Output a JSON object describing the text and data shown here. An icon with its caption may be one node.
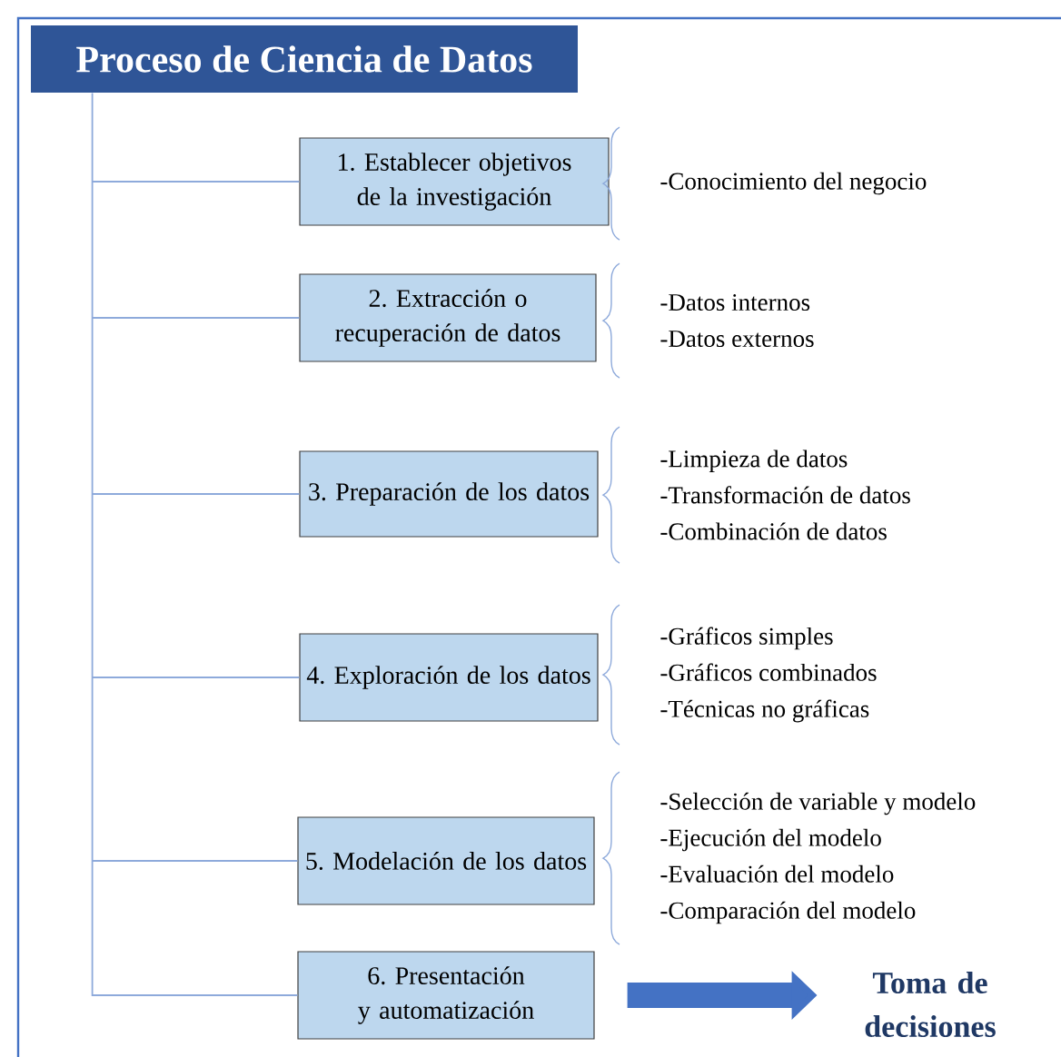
{
  "diagram": {
    "nodes": [
      {
        "text": [
          "Proceso de Ciencia de Datos"
        ]
      },
      {
        "text": [
          "1. Establecer objetivos de la investigación"
        ],
        "beside": [
          "-Conocimiento del negocio"
        ]
      },
      {
        "text": [
          "2. Extracción o recuperación de datos"
        ],
        "beside": [
          "-Datos internos",
          "-Datos externos"
        ]
      },
      {
        "text": [
          "3. Preparación de los datos"
        ],
        "beside": [
          "-Limpieza de datos",
          "-Transformación de datos",
          "-Combinación de datos"
        ]
      },
      {
        "text": [
          "4. Exploración de los datos"
        ],
        "beside": [
          "-Gráficos simples",
          "-Gráficos combinados",
          "-Técnicas no gráficas"
        ]
      },
      {
        "text": [
          "5. Modelación de los datos"
        ],
        "beside": [
          "-Selección de variable y modelo",
          "-Ejecución del modelo",
          "-Evaluación del modelo",
          "-Comparación del modelo"
        ]
      },
      {
        "text": [
          "6. Presentación y automatización"
        ]
      },
      {
        "text": [
          "Toma de decisiones"
        ]
      }
    ],
    "edges": [
      {
        "from": 0,
        "to": 1,
        "arrow": "none"
      },
      {
        "from": 0,
        "to": 2,
        "arrow": "none"
      },
      {
        "from": 0,
        "to": 3,
        "arrow": "none"
      },
      {
        "from": 0,
        "to": 4,
        "arrow": "none"
      },
      {
        "from": 0,
        "to": 5,
        "arrow": "none"
      },
      {
        "from": 0,
        "to": 6,
        "arrow": "none"
      },
      {
        "from": 6,
        "to": 7,
        "arrow": "to",
        "style": "thick",
        "color": "#4472c4"
      }
    ]
  }
}
